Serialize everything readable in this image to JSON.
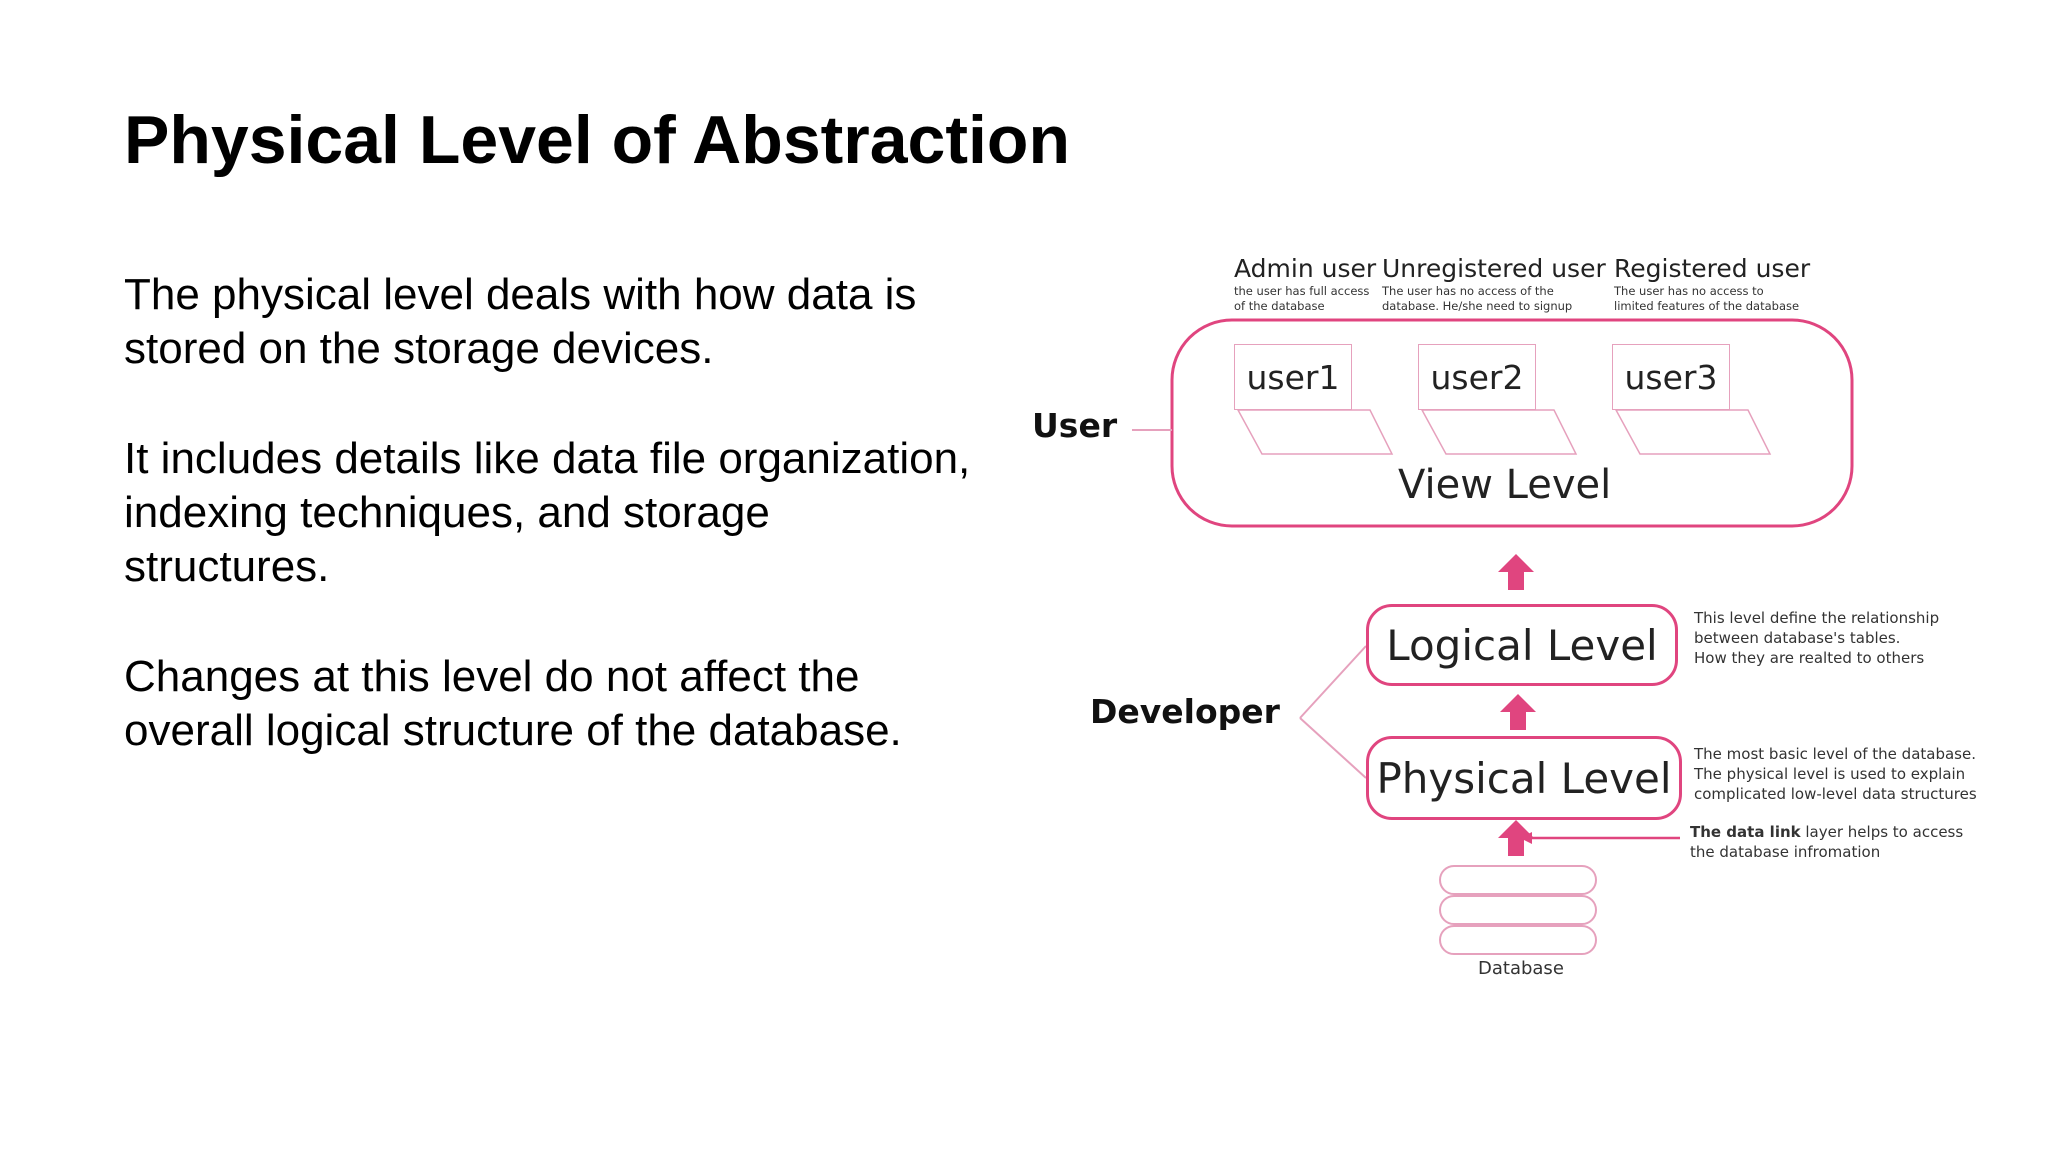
{
  "slide": {
    "title": "Physical Level of Abstraction",
    "paragraphs": [
      "The physical level deals with how data is\nstored on the storage devices.",
      "It includes details like data file organization,\nindexing techniques, and storage\nstructures.",
      "Changes at this level do not affect the\noverall logical structure of the database."
    ]
  },
  "diagram": {
    "users": [
      {
        "title": "Admin user",
        "desc": "the user has full access\nof the database",
        "box": "user1"
      },
      {
        "title": "Unregistered user",
        "desc": "The user has no access of the\ndatabase. He/she need to signup",
        "box": "user2"
      },
      {
        "title": "Registered user",
        "desc": "The user has no access to\nlimited features of the database",
        "box": "user3"
      }
    ],
    "roles": {
      "user": "User",
      "developer": "Developer"
    },
    "levels": {
      "view": "View Level",
      "logical": "Logical Level",
      "physical": "Physical Level"
    },
    "notes": {
      "logical": "This level define the relationship\nbetween database's tables.\nHow they are realted to others",
      "physical": "The most basic level of the database.\nThe physical level is used to explain\ncomplicated low-level data structures",
      "data_link_bold": "The data link",
      "data_link_rest": " layer helps to access\nthe database infromation"
    },
    "database_label": "Database",
    "accent_color": "#e0457f"
  }
}
